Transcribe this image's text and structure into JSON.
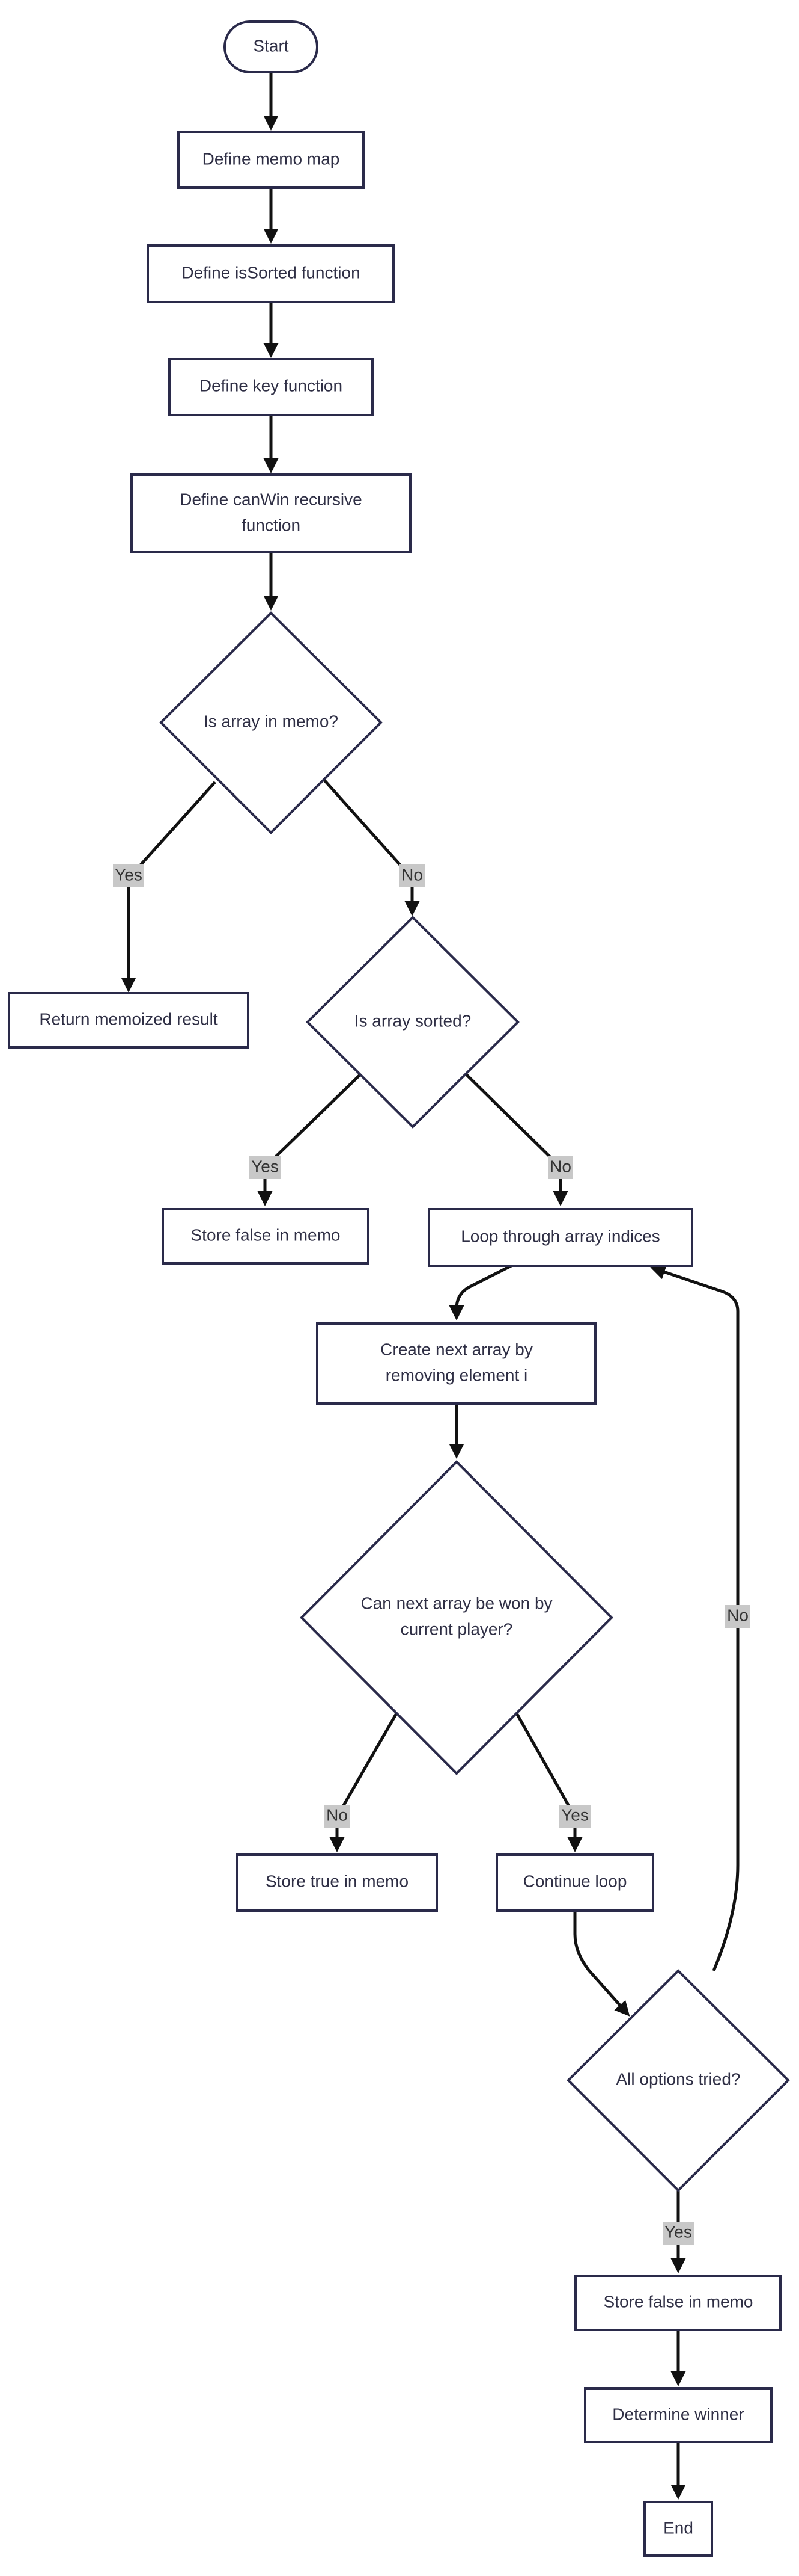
{
  "nodes": {
    "start": "Start",
    "memo_map": "Define memo map",
    "is_sorted_fn": "Define isSorted function",
    "key_fn": "Define key function",
    "can_win_fn": [
      "Define canWin recursive",
      "function"
    ],
    "in_memo": "Is array in memo?",
    "return_memo": "Return memoized result",
    "array_sorted": "Is array sorted?",
    "store_false_1": "Store false in memo",
    "loop": "Loop through array indices",
    "next_array": [
      "Create next array by",
      "removing element i"
    ],
    "can_be_won": [
      "Can next array be won by",
      "current player?"
    ],
    "store_true": "Store true in memo",
    "continue_loop": "Continue loop",
    "all_tried": "All options tried?",
    "store_false_2": "Store false in memo",
    "determine_winner": "Determine winner",
    "end": "End"
  },
  "edge_labels": {
    "yes": "Yes",
    "no": "No"
  }
}
